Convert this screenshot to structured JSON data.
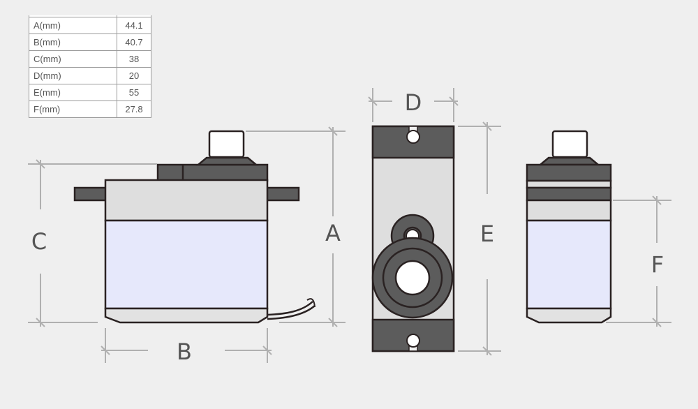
{
  "table": {
    "rows": [
      {
        "label": "A(mm)",
        "value": "44.1"
      },
      {
        "label": "B(mm)",
        "value": "40.7"
      },
      {
        "label": "C(mm)",
        "value": "38"
      },
      {
        "label": "D(mm)",
        "value": "20"
      },
      {
        "label": "E(mm)",
        "value": "55"
      },
      {
        "label": "F(mm)",
        "value": "27.8"
      }
    ]
  },
  "labels": {
    "a": "A",
    "b": "B",
    "c": "C",
    "d": "D",
    "e": "E",
    "f": "F"
  },
  "colors": {
    "background": "#efefef",
    "outline": "#2a2222",
    "dark_gray": "#5c5c5c",
    "light_gray": "#dedede",
    "body_blue": "#e6e8fb",
    "white": "#ffffff",
    "dimension_line": "#b0b0b0"
  }
}
